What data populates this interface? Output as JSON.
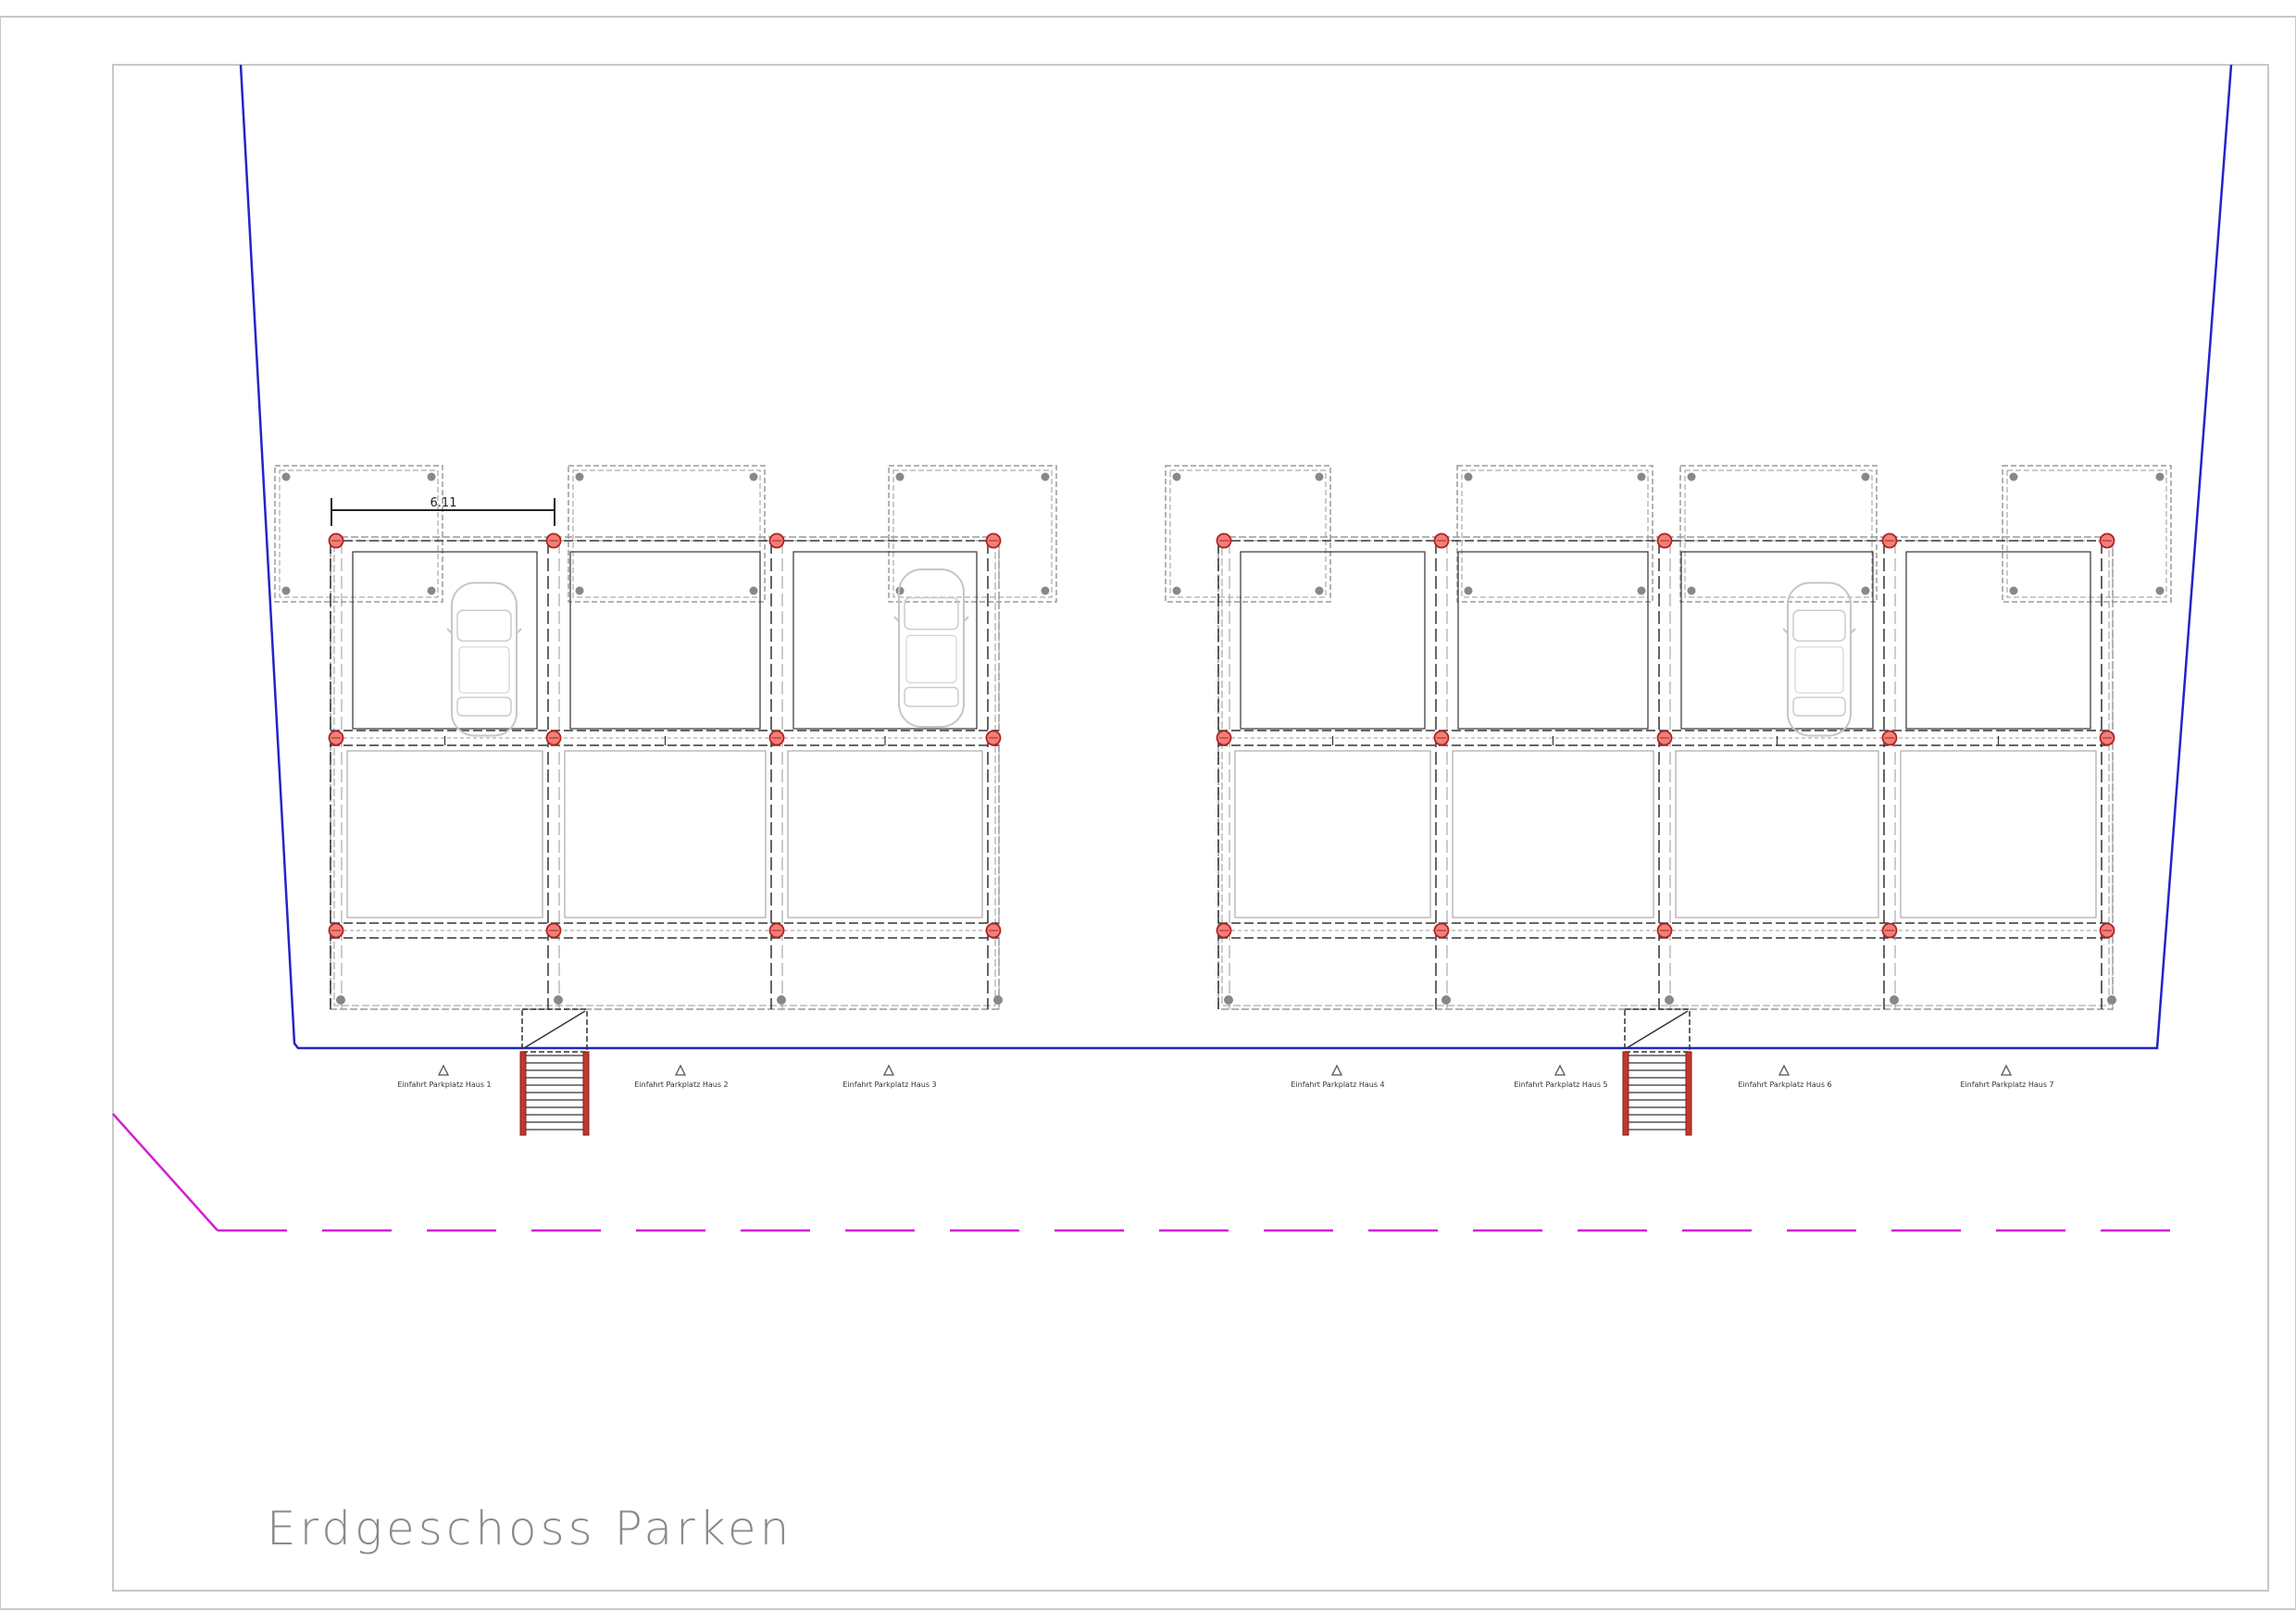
{
  "drawing": {
    "title": "Erdgeschoss Parken",
    "dimension_label": "6.11"
  },
  "entrances": [
    {
      "label": "Einfahrt Parkplatz Haus 1"
    },
    {
      "label": "Einfahrt Parkplatz Haus 2"
    },
    {
      "label": "Einfahrt Parkplatz Haus 3"
    },
    {
      "label": "Einfahrt Parkplatz Haus 4"
    },
    {
      "label": "Einfahrt Parkplatz Haus 5"
    },
    {
      "label": "Einfahrt Parkplatz Haus 6"
    },
    {
      "label": "Einfahrt Parkplatz Haus 7"
    }
  ],
  "colors": {
    "property_line": "#2424c8",
    "street_line": "#d21fd2",
    "column_fill": "#f0807a",
    "column_stroke": "#b22222",
    "stair_side": "#c0392b",
    "structure": "#333333",
    "ghost": "#9a9a9a",
    "frame": "#bdbdbd"
  },
  "icons": {
    "car": "car-top-view-icon",
    "entrance_marker": "triangle-marker-icon",
    "column": "column-circle-icon"
  }
}
